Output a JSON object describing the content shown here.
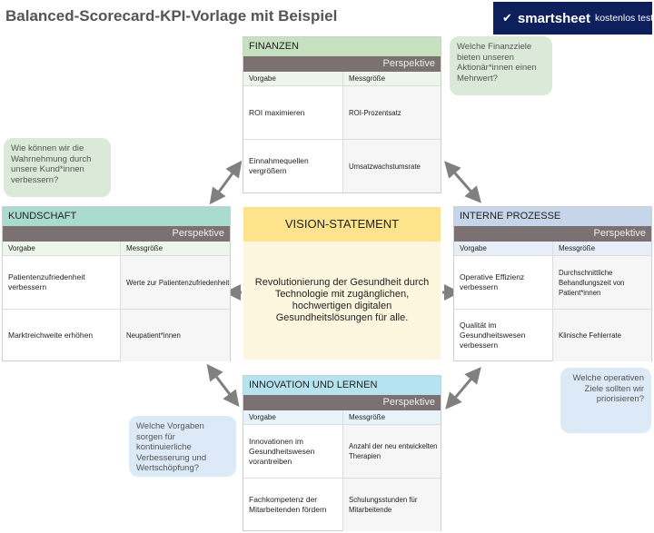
{
  "title": "Balanced-Scorecard-KPI-Vorlage mit Beispiel",
  "logo": {
    "brand": "smartsheet",
    "tagline": "kostenlos testen",
    "icon": "smartsheet-checkmark-icon"
  },
  "colors": {
    "finanzen": "#c7e1c0",
    "kundschaft": "#a9dccf",
    "prozesse": "#c6d5ea",
    "innovation": "#b6e3f0",
    "vision": "#fde38c",
    "perspektive": "#7b7173"
  },
  "cards": {
    "finanzen": {
      "header": "FINANZEN",
      "perspektive": "Perspektive",
      "col_vorgabe": "Vorgabe",
      "col_messgroesse": "Messgröße",
      "rows": [
        {
          "vorgabe": "ROI maximieren",
          "messgroesse": "ROI-Prozentsatz"
        },
        {
          "vorgabe": "Einnahmequellen vergrößern",
          "messgroesse": "Umsatzwachstumsrate"
        }
      ]
    },
    "kundschaft": {
      "header": "KUNDSCHAFT",
      "perspektive": "Perspektive",
      "col_vorgabe": "Vorgabe",
      "col_messgroesse": "Messgröße",
      "rows": [
        {
          "vorgabe": "Patientenzufriedenheit verbessern",
          "messgroesse": "Werte zur Patientenzufriedenheit"
        },
        {
          "vorgabe": "Marktreichweite erhöhen",
          "messgroesse": "Neupatient*innen"
        }
      ]
    },
    "prozesse": {
      "header": "INTERNE PROZESSE",
      "perspektive": "Perspektive",
      "col_vorgabe": "Vorgabe",
      "col_messgroesse": "Messgröße",
      "rows": [
        {
          "vorgabe": "Operative Effizienz verbessern",
          "messgroesse": "Durchschnittliche Behandlungszeit von Patient*innen"
        },
        {
          "vorgabe": "Qualität im Gesundheitswesen verbessern",
          "messgroesse": "Klinische Fehlerrate"
        }
      ]
    },
    "innovation": {
      "header": "INNOVATION UND LERNEN",
      "perspektive": "Perspektive",
      "col_vorgabe": "Vorgabe",
      "col_messgroesse": "Messgröße",
      "rows": [
        {
          "vorgabe": "Innovationen im Gesundheitswesen vorantreiben",
          "messgroesse": "Anzahl der neu entwickelten Therapien"
        },
        {
          "vorgabe": "Fachkompetenz der Mitarbeitenden fördern",
          "messgroesse": "Schulungsstunden für Mitarbeitende"
        }
      ]
    }
  },
  "vision": {
    "header": "VISION-STATEMENT",
    "text": "Revolutionierung der Gesundheit durch Technologie mit zugänglichen, hochwertigen digitalen Gesundheitslösungen für alle."
  },
  "bubbles": {
    "finanzen": "Welche Finanzziele bieten unseren Aktionär*innen einen Mehrwert?",
    "kundschaft": "Wie können wir die Wahrnehmung durch unsere Kund*innen verbessern?",
    "prozesse": "Welche operativen Ziele sollten wir priorisieren?",
    "innovation": "Welche Vorgaben sorgen für kontinuierliche Verbesserung und Wertschöpfung?"
  }
}
